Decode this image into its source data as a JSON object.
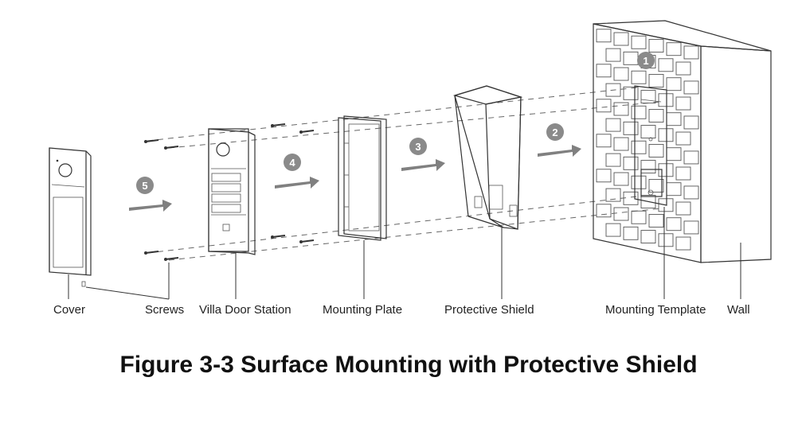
{
  "labels": {
    "cover": "Cover",
    "screws": "Screws",
    "villa_door_station": "Villa Door Station",
    "mounting_plate": "Mounting Plate",
    "protective_shield": "Protective Shield",
    "mounting_template": "Mounting Template",
    "wall": "Wall"
  },
  "steps": [
    "1",
    "2",
    "3",
    "4",
    "5"
  ],
  "caption": "Figure 3-3 Surface Mounting with Protective Shield",
  "colors": {
    "line": "#333333",
    "arrow": "#808080",
    "badge": "#8a8a8a",
    "caption": "#111111"
  }
}
